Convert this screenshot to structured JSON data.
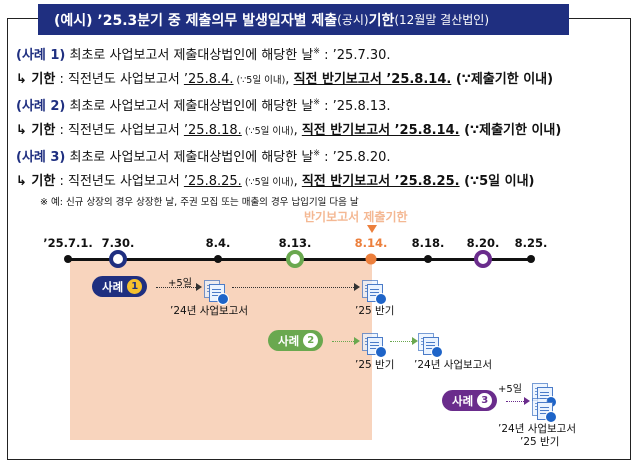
{
  "title": {
    "main": "(예시) ’25.3분기 중 제출의무 발생일자별 제출",
    "paren": "(공시)",
    "main2": "기한",
    "sub": "(12월말 결산법인)"
  },
  "cases": [
    {
      "label": "(사례 1)",
      "text": "최초로 사업보고서 제출대상법인에 해당한 날",
      "mark": "※",
      "colon": " : ",
      "date": "’25.7.30.",
      "deadline_prefix": "↳ 기한",
      "deadline_text": " : 직전년도 사업보고서 ",
      "d1": "’25.8.4.",
      "p1": " (∵5일 이내)",
      "comma": ", ",
      "d2": "직전 반기보고서 ’25.8.14.",
      "p2": " (∵제출기한 이내)"
    },
    {
      "label": "(사례 2)",
      "text": "최초로 사업보고서 제출대상법인에 해당한 날",
      "mark": "※",
      "colon": " : ",
      "date": "’25.8.13.",
      "deadline_prefix": "↳ 기한",
      "deadline_text": " : 직전년도 사업보고서 ",
      "d1": "’25.8.18.",
      "p1": " (∵5일 이내)",
      "comma": ", ",
      "d2": "직전 반기보고서 ’25.8.14.",
      "p2": " (∵제출기한 이내)"
    },
    {
      "label": "(사례 3)",
      "text": "최초로 사업보고서 제출대상법인에 해당한 날",
      "mark": "※",
      "colon": " : ",
      "date": "’25.8.20.",
      "deadline_prefix": "↳ 기한",
      "deadline_text": " : 직전년도 사업보고서 ",
      "d1": "’25.8.25.",
      "p1": " (∵5일 이내)",
      "comma": ", ",
      "d2": "직전 반기보고서 ’25.8.25.",
      "p2": " (∵5일 이내)"
    }
  ],
  "note": "※ 예: 신규 상장의 경우 상장한 날, 주권 모집 또는 매출의 경우 납입기일 다음 날",
  "timeline": {
    "faded_label": "반기보고서 제출기한",
    "dates": [
      "’25.7.1.",
      "7.30.",
      "8.4.",
      "8.13.",
      "8.14.",
      "8.18.",
      "8.20.",
      "8.25."
    ],
    "highlight_index": 4,
    "colors": {
      "case1": "#1f2f80",
      "case2": "#6aa84f",
      "case3": "#6a2c8c",
      "deadline": "#ec7f3c",
      "shade": "#f8d4bd"
    }
  },
  "diagram": {
    "case1": {
      "pill": "사례",
      "num": "1",
      "plus": "+5일",
      "from": "’24년 사업보고서",
      "to": "’25 반기"
    },
    "case2": {
      "pill": "사례",
      "num": "2",
      "from": "’25 반기",
      "to": "’24년 사업보고서"
    },
    "case3": {
      "pill": "사례",
      "num": "3",
      "plus": "+5일",
      "to1": "’24년 사업보고서",
      "to2": "’25 반기"
    }
  }
}
